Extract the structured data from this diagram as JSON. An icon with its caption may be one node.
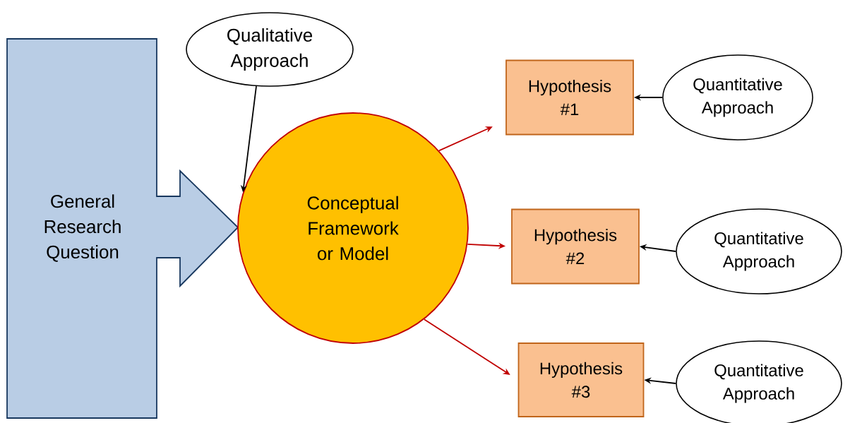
{
  "diagram": {
    "nodes": [
      {
        "text": [
          "General Research Question"
        ]
      },
      {
        "text": [
          "Qualitative Approach"
        ]
      },
      {
        "text": [
          "Conceptual Framework or Model"
        ]
      },
      {
        "text": [
          "Hypothesis #1"
        ]
      },
      {
        "text": [
          "Quantitative Approach"
        ]
      },
      {
        "text": [
          "Hypothesis #2"
        ]
      },
      {
        "text": [
          "Quantitative Approach"
        ]
      },
      {
        "text": [
          "Hypothesis #3"
        ]
      },
      {
        "text": [
          "Quantitative Approach"
        ]
      }
    ],
    "edges": [
      {
        "from": 1,
        "to": 2,
        "arrow": "to",
        "color": "#000000"
      },
      {
        "from": 2,
        "to": 3,
        "arrow": "to",
        "color": "#c00000"
      },
      {
        "from": 2,
        "to": 5,
        "arrow": "to",
        "color": "#c00000"
      },
      {
        "from": 2,
        "to": 7,
        "arrow": "to",
        "color": "#c00000"
      },
      {
        "from": 4,
        "to": 3,
        "arrow": "to",
        "color": "#000000"
      },
      {
        "from": 6,
        "to": 5,
        "arrow": "to",
        "color": "#000000"
      },
      {
        "from": 8,
        "to": 7,
        "arrow": "to",
        "color": "#000000"
      }
    ]
  }
}
